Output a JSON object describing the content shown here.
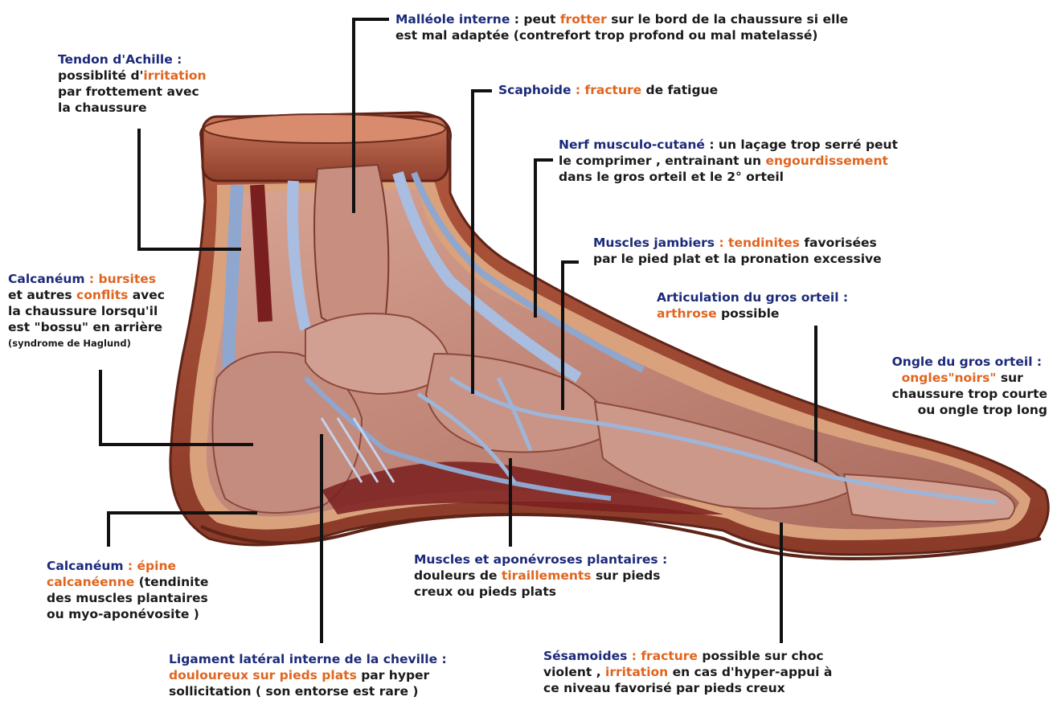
{
  "colors": {
    "term": "#1c2a7a",
    "highlight": "#e0651f",
    "body_text": "#1a1a1a",
    "leader": "#111111",
    "skin_outer": "#9c4a35",
    "skin_inner": "#e2b89a",
    "bone": "#c48c7e",
    "tendon": "#9fb5d8",
    "muscle": "#7a1f1f"
  },
  "labels": {
    "malleole": {
      "title": "Malléole interne",
      "l1_a": " : peut ",
      "l1_hl": "frotter",
      "l1_b": " sur le bord de la chaussure si elle",
      "l2": "est mal adaptée (contrefort trop profond ou mal matelassé)"
    },
    "achille": {
      "title": "Tendon d'Achille :",
      "l2_a": "possiblité d'",
      "l2_hl": "irritation",
      "l3": "par frottement avec",
      "l4": "la chaussure"
    },
    "scaphoide": {
      "title": "Scaphoide",
      "sep": " : ",
      "hl": "fracture",
      "rest": " de fatigue"
    },
    "nerf": {
      "title": "Nerf musculo-cutané",
      "l1_rest": " : un laçage trop serré peut",
      "l2_a": "le comprimer , entrainant un ",
      "l2_hl": "engourdissement",
      "l3": "dans le gros orteil et le 2° orteil"
    },
    "jambiers": {
      "title": "Muscles jambiers",
      "sep": " : ",
      "hl": "tendinites",
      "l1_rest": " favorisées",
      "l2": "par le pied plat et la pronation excessive"
    },
    "calcaneum_haut": {
      "title": "Calcanéum",
      "sep": " : ",
      "hl1": "bursites",
      "l2_a": "et autres ",
      "l2_hl": "conflits",
      "l2_b": " avec",
      "l3": "la chaussure lorsqu'il",
      "l4": "est \"bossu\" en arrière",
      "l5": "(syndrome de Haglund)"
    },
    "articulation": {
      "title": "Articulation du gros orteil :",
      "hl": "arthrose",
      "rest": " possible"
    },
    "ongle": {
      "title": "Ongle du gros orteil :",
      "hl": "ongles\"noirs\"",
      "l2_rest": " sur",
      "l3": "chaussure trop courte",
      "l4": "ou ongle trop long"
    },
    "calcaneum_bas": {
      "title": "Calcanéum",
      "sep": " : ",
      "hl1": "épine",
      "hl2": "calcanéenne",
      "l2_rest": " (tendinite",
      "l3": "des muscles plantaires",
      "l4": "ou myo-aponévosite )"
    },
    "plantaires": {
      "title": "Muscles et aponévroses plantaires :",
      "l2_a": "douleurs de ",
      "l2_hl": "tiraillements",
      "l2_b": " sur pieds",
      "l3": "creux ou pieds plats"
    },
    "ligament": {
      "title": "Ligament latéral interne de la cheville :",
      "hl": "douloureux sur pieds plats",
      "l2_rest": " par hyper",
      "l3": "sollicitation ( son entorse est rare )"
    },
    "sesamoides": {
      "title": "Sésamoides",
      "sep": " : ",
      "hl1": "fracture",
      "l1_rest": " possible sur choc",
      "l2_a": "violent , ",
      "l2_hl": "irritation",
      "l2_b": " en cas d'hyper-appui à",
      "l3": "ce niveau favorisé par pieds creux"
    }
  }
}
